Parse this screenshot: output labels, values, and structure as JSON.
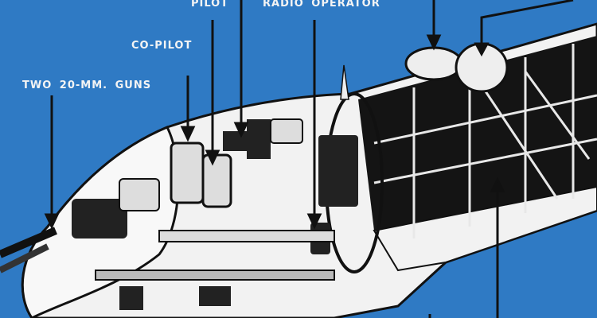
{
  "labels": {
    "guns": "TWO 20-MM. GUNS",
    "copilot": "CO-PILOT",
    "pilot": "PILOT",
    "radio_operator": "RADIO OPERATOR"
  },
  "colors": {
    "background": "#2f7ac4",
    "fuselage": "#f2f2f2",
    "interior": "#111111"
  }
}
